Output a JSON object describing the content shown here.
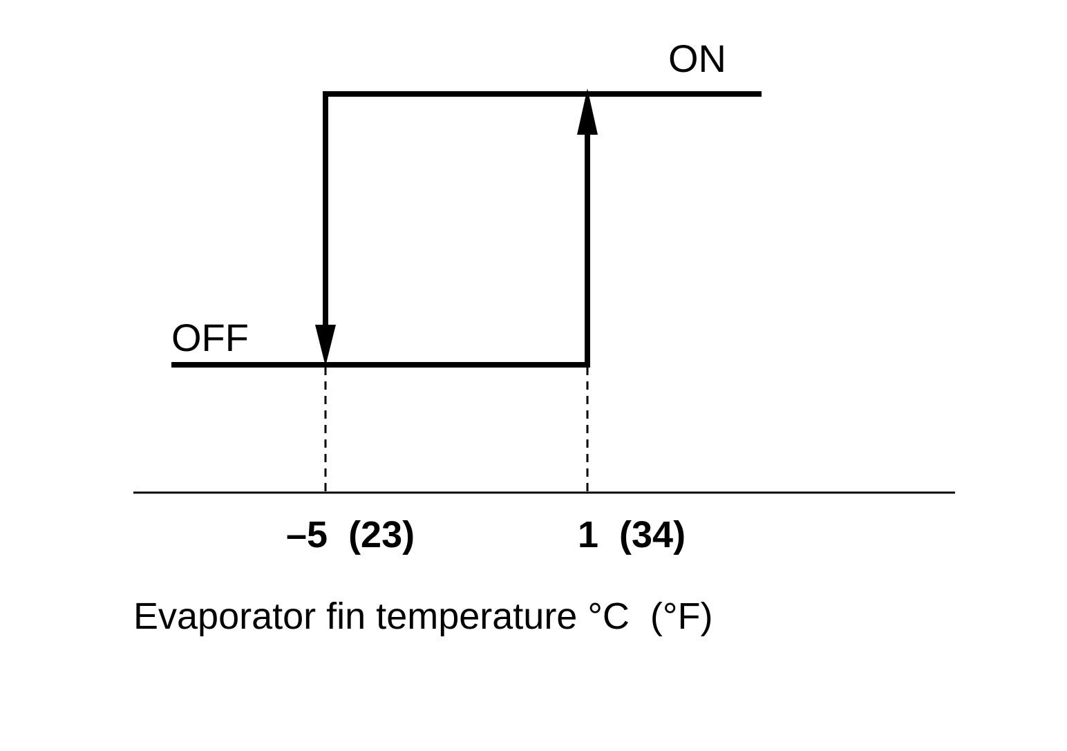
{
  "diagram": {
    "state_on_label": "ON",
    "state_off_label": "OFF",
    "tick_low_label": "–5  (23)",
    "tick_high_label": "1  (34)",
    "axis_title": "Evaporator fin temperature °C  (°F)",
    "line_color": "#000000",
    "background_color": "#ffffff"
  }
}
